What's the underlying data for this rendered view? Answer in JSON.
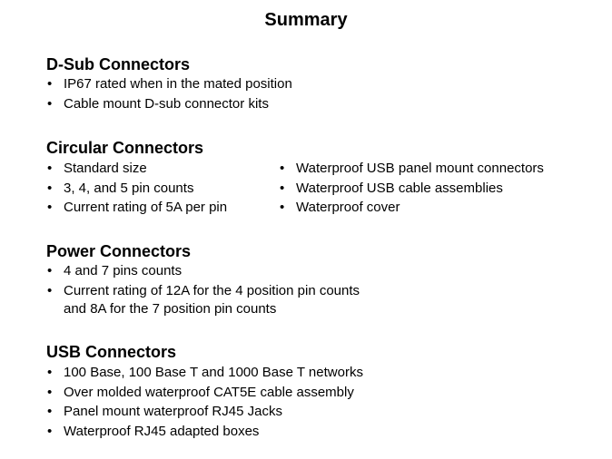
{
  "title": "Summary",
  "sections": {
    "dsub": {
      "heading": "D-Sub Connectors",
      "items": [
        "IP67 rated when in the mated position",
        "Cable mount D-sub connector kits"
      ]
    },
    "circular": {
      "heading": "Circular Connectors",
      "left": [
        "Standard size",
        "3, 4, and 5 pin counts",
        "Current rating of 5A per pin"
      ],
      "right": [
        "Waterproof USB panel mount connectors",
        "Waterproof USB cable assemblies",
        "Waterproof cover"
      ]
    },
    "power": {
      "heading": "Power Connectors",
      "items": [
        "4 and 7 pins counts",
        "Current rating of 12A for the 4 position pin counts and 8A for the 7 position pin counts"
      ]
    },
    "usb": {
      "heading": "USB Connectors",
      "items": [
        "100 Base, 100 Base T and 1000 Base T networks",
        "Over molded waterproof CAT5E cable assembly",
        "Panel mount waterproof RJ45 Jacks",
        "Waterproof RJ45 adapted boxes"
      ]
    }
  }
}
